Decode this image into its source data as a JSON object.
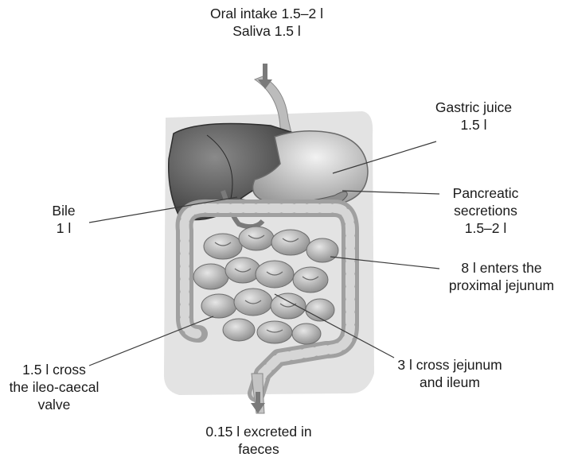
{
  "labels": {
    "intake": {
      "line1": "Oral intake 1.5–2 l",
      "line2": "Saliva 1.5 l"
    },
    "gastric": {
      "line1": "Gastric juice",
      "line2": "1.5 l"
    },
    "bile": {
      "line1": "Bile",
      "line2": "1 l"
    },
    "pancreatic": {
      "line1": "Pancreatic",
      "line2": "secretions",
      "line3": "1.5–2 l"
    },
    "jejunum": {
      "line1": "8 l enters the",
      "line2": "proximal jejunum"
    },
    "ileocaecal": {
      "line1": "1.5 l cross",
      "line2": "the ileo-caecal",
      "line3": "valve"
    },
    "ileum": {
      "line1": "3 l cross jejunum",
      "line2": "and ileum"
    },
    "faeces": {
      "line1": "0.15 l excreted in",
      "line2": "faeces"
    }
  },
  "colors": {
    "arrow": "#7a7a7a",
    "leader": "#3a3a3a",
    "body_panel": "#e3e3e3",
    "liver": "#4a4a4a",
    "stomach": "#bdbdbd",
    "intestine": "#a8a8a8"
  }
}
